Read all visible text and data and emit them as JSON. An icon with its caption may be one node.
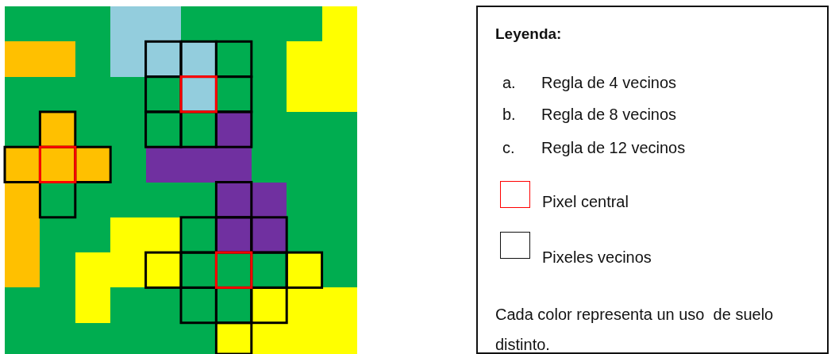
{
  "diagram": {
    "labels": [
      "Leyenda:",
      "a.",
      "Regla de 4 vecinos",
      "b.",
      "Regla de 8 vecinos",
      "c.",
      "Regla de 12 vecinos",
      "Cada color representa un uso  de suelo distinto."
    ],
    "legend": [
      {
        "text": "Pixel central"
      },
      {
        "text": "Pixeles vecinos"
      }
    ]
  }
}
